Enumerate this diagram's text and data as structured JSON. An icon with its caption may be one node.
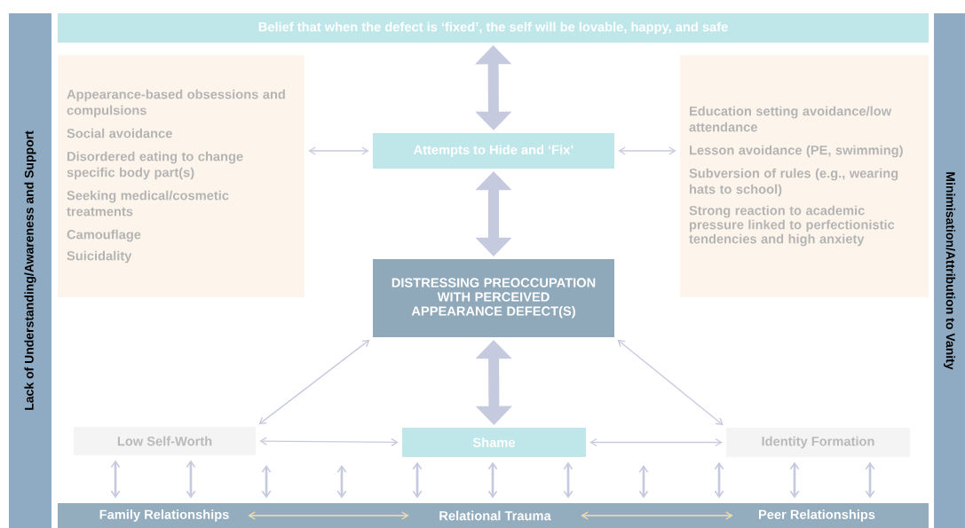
{
  "diagram": {
    "nodes": [
      {
        "text": [
          "Lack of Understanding/Awareness and Support"
        ]
      },
      {
        "text": [
          "Belief that when the defect is ‘fixed’, the self will be lovable, happy, and safe"
        ]
      },
      {
        "text": [
          "Minimisation/Attribution to Vanity"
        ]
      },
      {
        "text": [
          "Appearance-based obsessions and compulsions",
          "Social avoidance",
          "Disordered eating to change specific body part(s)",
          "Seeking medical/cosmetic treatments",
          "Camouflage",
          "Suicidality"
        ]
      },
      {
        "text": [
          "Attempts to Hide and ‘Fix’"
        ]
      },
      {
        "text": [
          "Education setting avoidance/low attendance",
          "Lesson avoidance (PE, swimming)",
          "Subversion of rules (e.g., wearing hats to school)",
          "Strong reaction to academic pressure linked to perfectionistic tendencies and high anxiety"
        ]
      },
      {
        "text": [
          "DISTRESSING PREOCCUPATION WITH PERCEIVED APPEARANCE DEFECT(S)"
        ]
      },
      {
        "text": [
          "Low Self-Worth"
        ]
      },
      {
        "text": [
          "Shame"
        ]
      },
      {
        "text": [
          "Identity Formation"
        ]
      },
      {
        "text": [],
        "shape": "bar"
      },
      {
        "text": [
          "Family Relationships"
        ],
        "in": 10
      },
      {
        "text": [
          "Relational Trauma"
        ],
        "in": 10
      },
      {
        "text": [
          "Peer Relationships"
        ],
        "in": 10
      }
    ],
    "edges": [
      {
        "from": 1,
        "to": 4,
        "arrow": "both",
        "style": "thick"
      },
      {
        "from": 4,
        "to": 6,
        "arrow": "both",
        "style": "thick"
      },
      {
        "from": 6,
        "to": 8,
        "arrow": "both",
        "style": "thick"
      },
      {
        "from": 3,
        "to": 4,
        "arrow": "both"
      },
      {
        "from": 4,
        "to": 5,
        "arrow": "both"
      },
      {
        "from": 7,
        "to": 6,
        "arrow": "both"
      },
      {
        "from": 6,
        "to": 9,
        "arrow": "both"
      },
      {
        "from": 7,
        "to": 8,
        "arrow": "both"
      },
      {
        "from": 8,
        "to": 9,
        "arrow": "both"
      },
      {
        "from": 11,
        "to": 12,
        "arrow": "both",
        "color": "#f5deb0"
      },
      {
        "from": 12,
        "to": 13,
        "arrow": "both",
        "color": "#f5deb0"
      },
      {
        "from": 10,
        "to": 7,
        "arrow": "both"
      },
      {
        "from": 10,
        "to": 7,
        "arrow": "both"
      },
      {
        "from": 10,
        "to": null,
        "arrow": "both"
      },
      {
        "from": 10,
        "to": null,
        "arrow": "both"
      },
      {
        "from": 10,
        "to": 8,
        "arrow": "both"
      },
      {
        "from": 10,
        "to": 8,
        "arrow": "both"
      },
      {
        "from": 10,
        "to": 8,
        "arrow": "both"
      },
      {
        "from": 10,
        "to": null,
        "arrow": "both"
      },
      {
        "from": 10,
        "to": 9,
        "arrow": "both"
      },
      {
        "from": 10,
        "to": 9,
        "arrow": "both"
      },
      {
        "from": 10,
        "to": 9,
        "arrow": "both"
      }
    ]
  }
}
